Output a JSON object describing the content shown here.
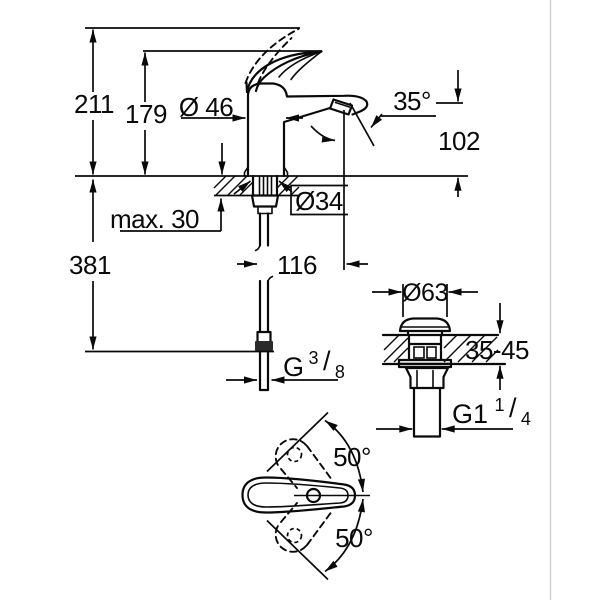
{
  "drawing": {
    "title": "basin-mixer-technical-drawing",
    "side_view": {
      "total_height": "211",
      "lever_height": "179",
      "body_diameter": "Ø 46",
      "spout_angle": "35°",
      "spout_height": "102",
      "max_counter_thickness": "max. 30",
      "hole_diameter": "Ø34",
      "hose_length": "381",
      "spout_projection": "116",
      "supply_thread": {
        "base": "G",
        "sup": "3",
        "slash": "/",
        "sub": "8"
      }
    },
    "drain_detail": {
      "flange_diameter": "Ø63",
      "counter_thickness_range": "35-45",
      "drain_thread": {
        "base": "G1",
        "sup": "1",
        "slash": "/",
        "sub": "4"
      }
    },
    "top_view": {
      "swivel_up": "50°",
      "swivel_down": "50°"
    }
  }
}
